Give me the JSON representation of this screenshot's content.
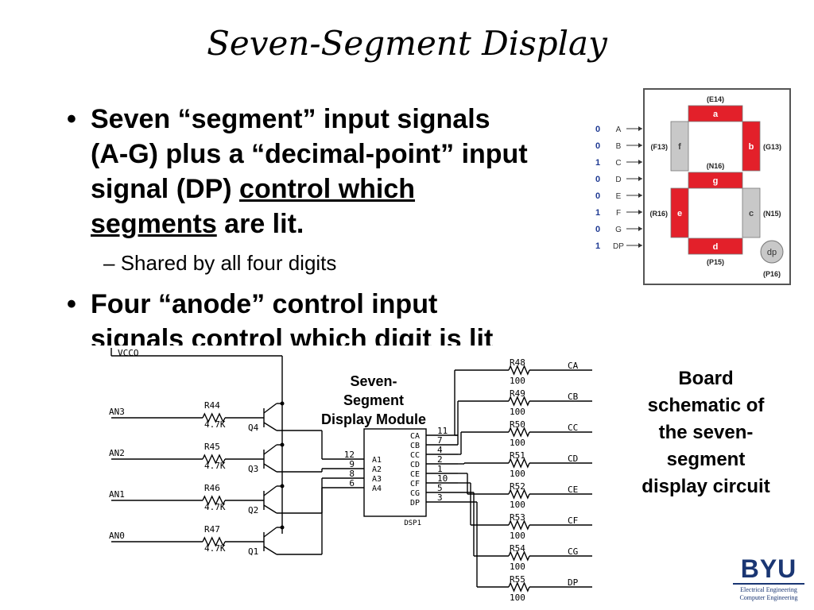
{
  "title": "Seven-Segment Display",
  "bullets": [
    {
      "bullet": "•",
      "line1": "Seven “segment” input signals",
      "line2": "(A-G) plus a “decimal-point” input",
      "line3_pre": "signal (DP) ",
      "line3_u": "control which",
      "line4_u": "segments",
      "line4_post": " are lit.",
      "sub_dash": "–",
      "sub": "Shared by all four digits"
    },
    {
      "bullet": "•",
      "line1": "Four “anode” control input",
      "line2": "signals control which digit is lit"
    }
  ],
  "segment_figure": {
    "inputs": [
      {
        "value": "0",
        "name": "A"
      },
      {
        "value": "0",
        "name": "B"
      },
      {
        "value": "1",
        "name": "C"
      },
      {
        "value": "0",
        "name": "D"
      },
      {
        "value": "0",
        "name": "E"
      },
      {
        "value": "1",
        "name": "F"
      },
      {
        "value": "0",
        "name": "G"
      },
      {
        "value": "1",
        "name": "DP"
      }
    ],
    "segments": [
      {
        "id": "a",
        "pin": "(E14)",
        "lit": true
      },
      {
        "id": "b",
        "pin": "(G13)",
        "lit": true
      },
      {
        "id": "c",
        "pin": "(N15)",
        "lit": false
      },
      {
        "id": "d",
        "pin": "(P15)",
        "lit": true
      },
      {
        "id": "e",
        "pin": "(R16)",
        "lit": true
      },
      {
        "id": "f",
        "pin": "(F13)",
        "lit": false
      },
      {
        "id": "g",
        "pin": "(N16)",
        "lit": true
      },
      {
        "id": "dp",
        "pin": "(P16)",
        "lit": false
      }
    ],
    "lit_color": "#e3202a",
    "unlit_color": "#c8c8c8",
    "value_color": "#1f3a93"
  },
  "schematic": {
    "vcc": "VCCO",
    "module_label": "Seven-\nSegment\nDisplay Module",
    "module_line1": "Seven-",
    "module_line2": "Segment",
    "module_line3": "Display Module",
    "anodes": [
      {
        "name": "AN3",
        "res": "R44",
        "val": "4.7K",
        "q": "Q4",
        "pin": "12",
        "in": "A1"
      },
      {
        "name": "AN2",
        "res": "R45",
        "val": "4.7K",
        "q": "Q3",
        "pin": "9",
        "in": "A2"
      },
      {
        "name": "AN1",
        "res": "R46",
        "val": "4.7K",
        "q": "Q2",
        "pin": "8",
        "in": "A3"
      },
      {
        "name": "AN0",
        "res": "R47",
        "val": "4.7K",
        "q": "Q1",
        "pin": "6",
        "in": "A4"
      }
    ],
    "chip_label": "DSP1",
    "chip_outputs": [
      {
        "pin_name": "CA",
        "pin": "11"
      },
      {
        "pin_name": "CB",
        "pin": "7"
      },
      {
        "pin_name": "CC",
        "pin": "4"
      },
      {
        "pin_name": "CD",
        "pin": "2"
      },
      {
        "pin_name": "CE",
        "pin": "1"
      },
      {
        "pin_name": "CF",
        "pin": "10"
      },
      {
        "pin_name": "CG",
        "pin": "5"
      },
      {
        "pin_name": "DP",
        "pin": "3"
      }
    ],
    "cathodes": [
      {
        "res": "R48",
        "val": "100",
        "net": "CA"
      },
      {
        "res": "R49",
        "val": "100",
        "net": "CB"
      },
      {
        "res": "R50",
        "val": "100",
        "net": "CC"
      },
      {
        "res": "R51",
        "val": "100",
        "net": "CD"
      },
      {
        "res": "R52",
        "val": "100",
        "net": "CE"
      },
      {
        "res": "R53",
        "val": "100",
        "net": "CF"
      },
      {
        "res": "R54",
        "val": "100",
        "net": "CG"
      },
      {
        "res": "R55",
        "val": "100",
        "net": "DP"
      }
    ]
  },
  "caption": [
    "Board",
    "schematic of",
    "the seven-",
    "segment",
    "display circuit"
  ],
  "logo": {
    "text": "BYU",
    "line1": "Electrical Engineering",
    "line2": "Computer Engineering"
  }
}
